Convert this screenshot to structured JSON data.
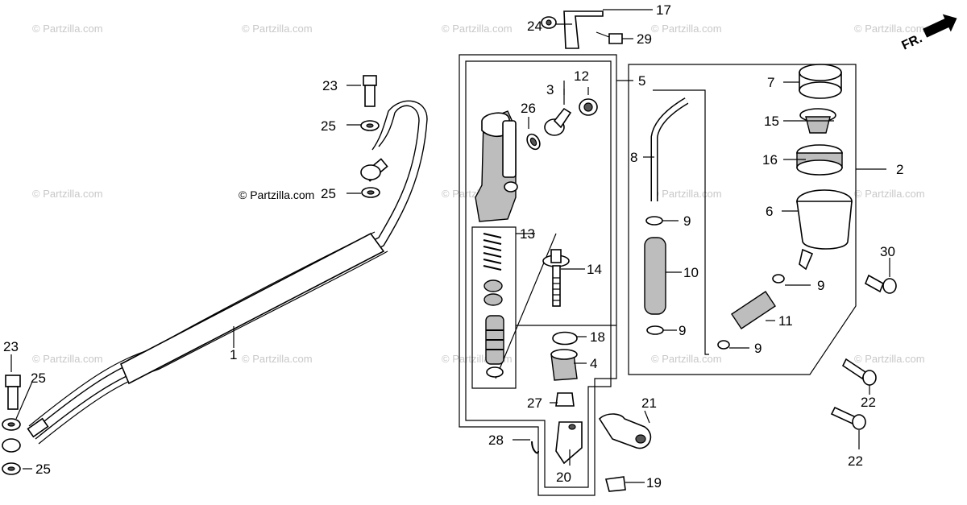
{
  "watermark": "© Partzilla.com",
  "direction_label": "FR.",
  "parts": [
    {
      "id": "p1",
      "num": "1"
    },
    {
      "id": "p2",
      "num": "2"
    },
    {
      "id": "p3",
      "num": "3"
    },
    {
      "id": "p4",
      "num": "4"
    },
    {
      "id": "p5",
      "num": "5"
    },
    {
      "id": "p6",
      "num": "6"
    },
    {
      "id": "p7",
      "num": "7"
    },
    {
      "id": "p8",
      "num": "8"
    },
    {
      "id": "p9a",
      "num": "9"
    },
    {
      "id": "p9b",
      "num": "9"
    },
    {
      "id": "p9c",
      "num": "9"
    },
    {
      "id": "p9d",
      "num": "9"
    },
    {
      "id": "p10",
      "num": "10"
    },
    {
      "id": "p11",
      "num": "11"
    },
    {
      "id": "p12",
      "num": "12"
    },
    {
      "id": "p13",
      "num": "13"
    },
    {
      "id": "p14",
      "num": "14"
    },
    {
      "id": "p15",
      "num": "15"
    },
    {
      "id": "p16",
      "num": "16"
    },
    {
      "id": "p17",
      "num": "17"
    },
    {
      "id": "p18",
      "num": "18"
    },
    {
      "id": "p19",
      "num": "19"
    },
    {
      "id": "p20",
      "num": "20"
    },
    {
      "id": "p21",
      "num": "21"
    },
    {
      "id": "p22a",
      "num": "22"
    },
    {
      "id": "p22b",
      "num": "22"
    },
    {
      "id": "p23a",
      "num": "23"
    },
    {
      "id": "p23b",
      "num": "23"
    },
    {
      "id": "p24",
      "num": "24"
    },
    {
      "id": "p25a",
      "num": "25"
    },
    {
      "id": "p25b",
      "num": "25"
    },
    {
      "id": "p25c",
      "num": "25"
    },
    {
      "id": "p25d",
      "num": "25"
    },
    {
      "id": "p26",
      "num": "26"
    },
    {
      "id": "p27",
      "num": "27"
    },
    {
      "id": "p28",
      "num": "28"
    },
    {
      "id": "p29",
      "num": "29"
    },
    {
      "id": "p30",
      "num": "30"
    }
  ]
}
